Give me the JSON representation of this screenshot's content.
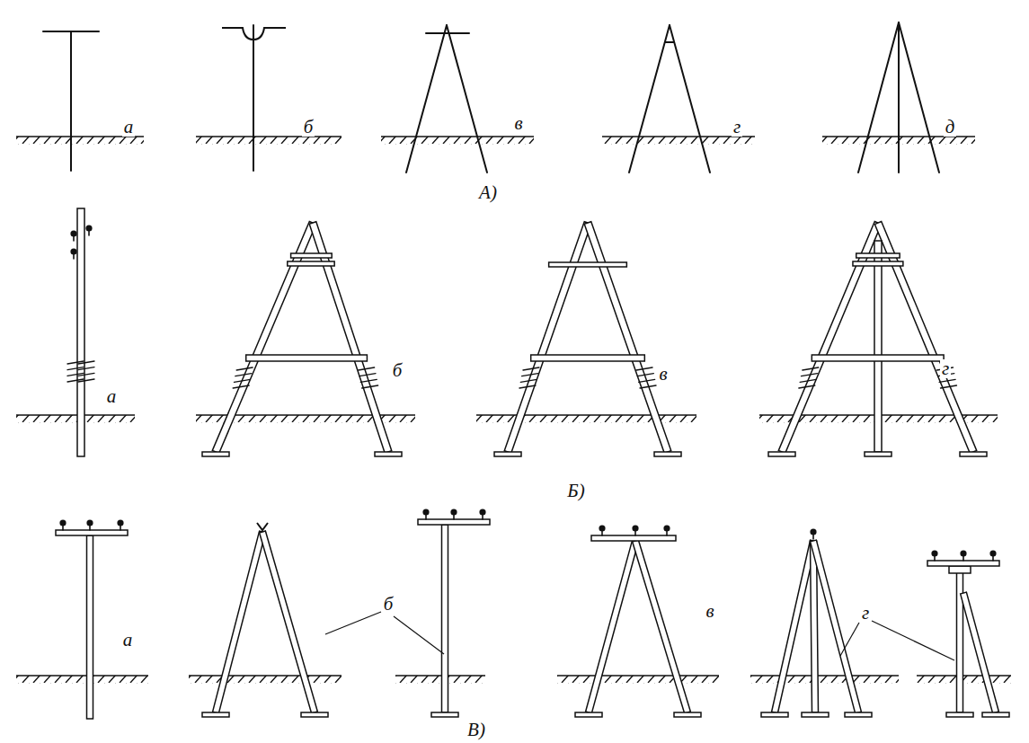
{
  "diagram": {
    "labels": [
      "а",
      "б",
      "в",
      "г",
      "д",
      "А)",
      "а",
      "б",
      "в",
      "г",
      "Б)",
      "а",
      "б",
      "в",
      "г",
      "В)"
    ]
  }
}
